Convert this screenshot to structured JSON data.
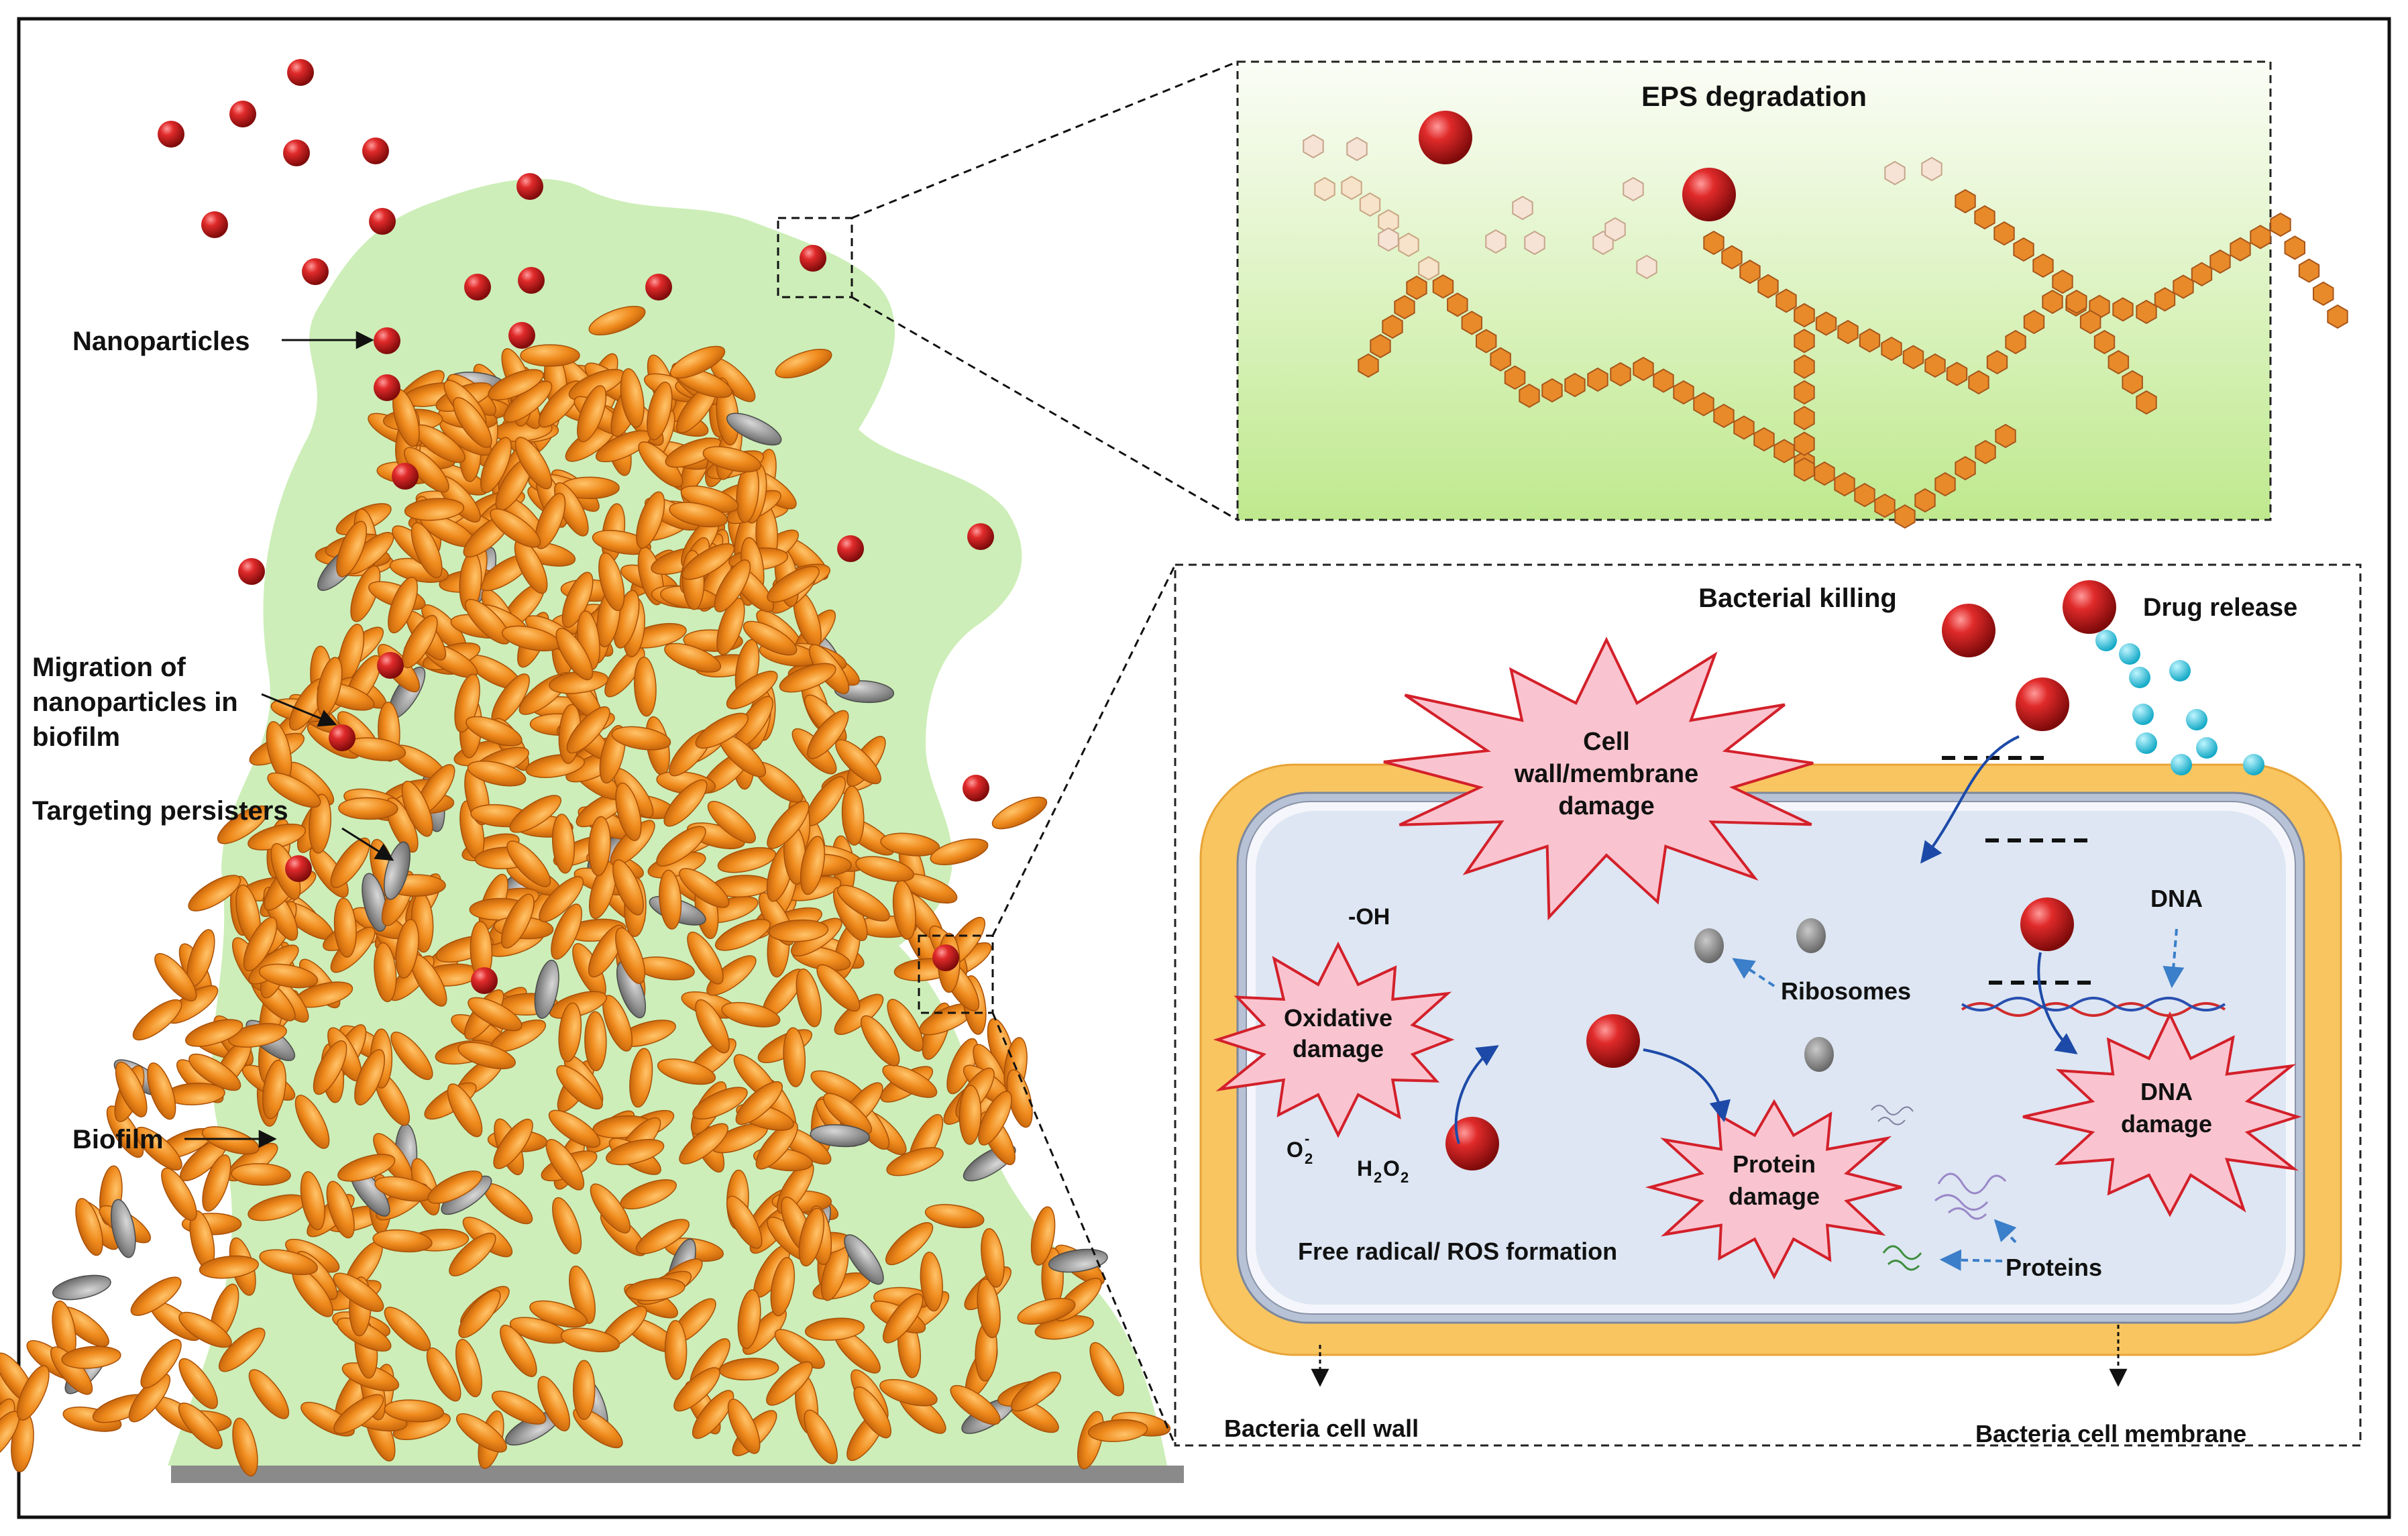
{
  "labels": {
    "nanoparticles": "Nanoparticles",
    "migration_1": "Migration of",
    "migration_2": "nanoparticles in",
    "migration_3": "biofilm",
    "persisters": "Targeting persisters",
    "biofilm": "Biofilm",
    "eps_title": "EPS degradation",
    "killing_title": "Bacterial killing",
    "drug_release": "Drug release",
    "cell_wall_1": "Cell",
    "cell_wall_2": "wall/membrane",
    "cell_wall_3": "damage",
    "oh": "-OH",
    "oxidative_1": "Oxidative",
    "oxidative_2": "damage",
    "o2": "O",
    "o2_sub": "2",
    "o2_sup": "-",
    "h2o2_h": "H",
    "h2o2_sub1": "2",
    "h2o2_o": "O",
    "h2o2_sub2": "2",
    "ros": "Free radical/ ROS formation",
    "ribosomes": "Ribosomes",
    "protein_1": "Protein",
    "protein_2": "damage",
    "proteins": "Proteins",
    "dna": "DNA",
    "dna_damage_1": "DNA",
    "dna_damage_2": "damage",
    "cell_wall_caption": "Bacteria cell wall",
    "cell_membrane_caption": "Bacteria cell membrane"
  },
  "colors": {
    "biofilm_green": "#c8ecb0",
    "bacteria_orange": "#ee8a1e",
    "persister_gray": "#8f8f8f",
    "nanoparticle_red": "#c8141c",
    "damage_pink": "#f9c4cf",
    "damage_red": "#d3202a",
    "cell_wall_yellow": "#f8c560",
    "cytoplasm_blue": "#dde6f2",
    "drug_cyan": "#2ccbe0",
    "eps_orange": "#e88a2a"
  }
}
